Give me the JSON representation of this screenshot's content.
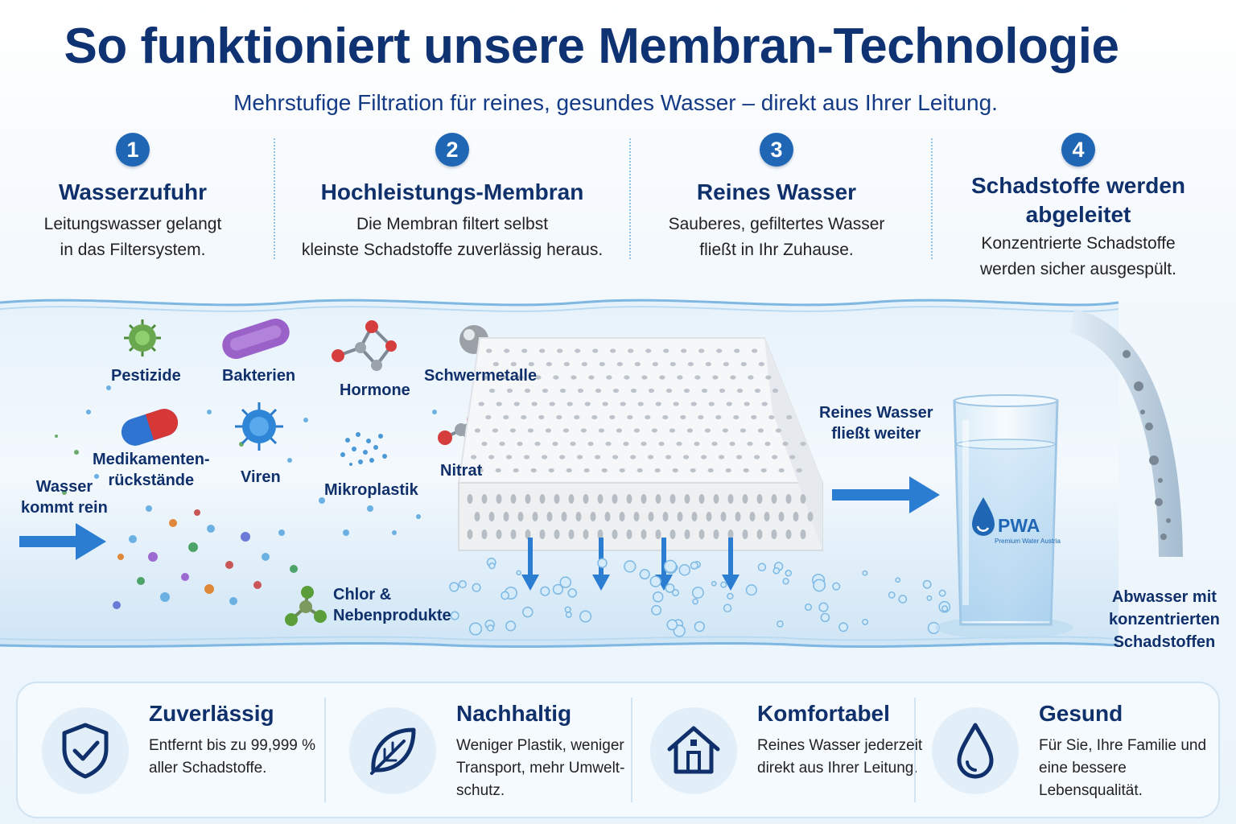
{
  "header": {
    "title": "So funktioniert unsere Membran-Technologie",
    "subtitle": "Mehrstufige Filtration für reines, gesundes Wasser – direkt aus Ihrer Leitung."
  },
  "steps": [
    {
      "number": "1",
      "title": "Wasserzufuhr",
      "text": [
        "Leitungswasser gelangt",
        "in das Filtersystem."
      ]
    },
    {
      "number": "2",
      "title": "Hochleistungs-Membran",
      "text": [
        "Die Membran filtert selbst",
        "kleinste Schadstoffe zuverlässig heraus."
      ]
    },
    {
      "number": "3",
      "title": "Reines Wasser",
      "text": [
        "Sauberes, gefiltertes Wasser",
        "fließt in Ihr Zuhause."
      ]
    },
    {
      "number": "4",
      "title": [
        "Schadstoffe werden",
        "abgeleitet"
      ],
      "text": [
        "Konzentrierte Schadstoffe",
        "werden sicher ausgespült."
      ]
    }
  ],
  "diagram": {
    "contaminants": {
      "pestizide": "Pestizide",
      "bakterien": "Bakterien",
      "hormone": "Hormone",
      "schwermetalle": "Schwermetalle",
      "medikamente": [
        "Medikamenten-",
        "rückstände"
      ],
      "viren": "Viren",
      "mikroplastik": "Mikroplastik",
      "nitrat": "Nitrat",
      "chlor": [
        "Chlor &",
        "Nebenprodukte"
      ]
    },
    "inflow_label": [
      "Wasser",
      "kommt rein"
    ],
    "outflow_label": [
      "Reines Wasser",
      "fließt weiter"
    ],
    "waste_label": [
      "Abwasser mit",
      "konzentrierten",
      "Schadstoffen"
    ],
    "glass_logo": "PWA",
    "glass_logo_sub": "Premium Water Austria"
  },
  "features": [
    {
      "title": "Zuverlässig",
      "text": "Entfernt bis zu 99,999 % aller Schadstoffe.",
      "icon": "shield-check-icon"
    },
    {
      "title": "Nachhaltig",
      "text": "Weniger Plastik, weniger Transport, mehr Umwelt-schutz.",
      "icon": "leaf-icon"
    },
    {
      "title": "Komfortabel",
      "text": "Reines Wasser jederzeit direkt aus Ihrer Leitung.",
      "icon": "house-icon"
    },
    {
      "title": "Gesund",
      "text": "Für Sie, Ihre Familie und eine bessere Lebensqualität.",
      "icon": "water-drop-icon"
    }
  ],
  "colors": {
    "navy": "#10306c",
    "accent": "#1f67b5",
    "arrow": "#2a7dd0",
    "water": "#cfe6f6"
  }
}
